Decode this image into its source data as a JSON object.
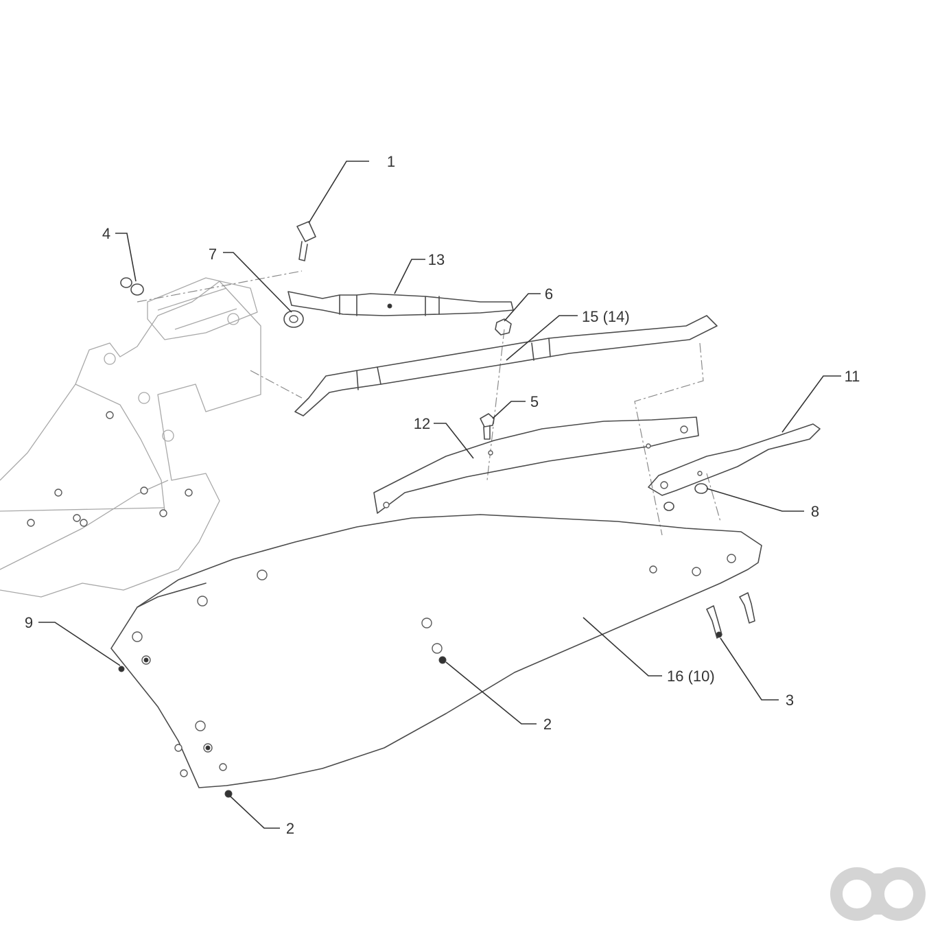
{
  "diagram": {
    "callouts": [
      {
        "id": "c1",
        "label": "1"
      },
      {
        "id": "c4",
        "label": "4"
      },
      {
        "id": "c7",
        "label": "7"
      },
      {
        "id": "c13",
        "label": "13"
      },
      {
        "id": "c6",
        "label": "6"
      },
      {
        "id": "c15",
        "label": "15 (14)"
      },
      {
        "id": "c11",
        "label": "11"
      },
      {
        "id": "c5",
        "label": "5"
      },
      {
        "id": "c12",
        "label": "12"
      },
      {
        "id": "c8",
        "label": "8"
      },
      {
        "id": "c9",
        "label": "9"
      },
      {
        "id": "c16",
        "label": "16 (10)"
      },
      {
        "id": "c3",
        "label": "3"
      },
      {
        "id": "c2a",
        "label": "2"
      },
      {
        "id": "c2b",
        "label": "2"
      }
    ]
  },
  "logo": {
    "icon": "brand-logo-icon",
    "color": "#d4d4d4"
  }
}
